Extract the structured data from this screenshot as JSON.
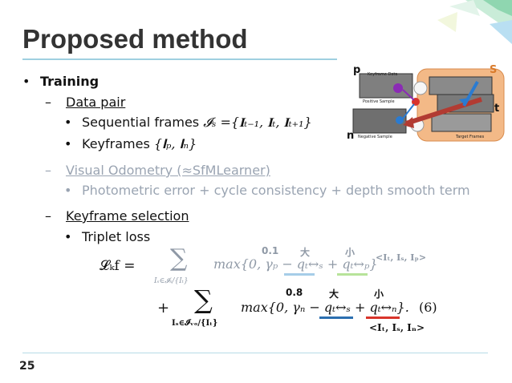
{
  "slide": {
    "title": "Proposed method",
    "page_number": "25"
  },
  "bullets": {
    "training": "Training",
    "data_pair": "Data pair",
    "sequential_prefix": "Sequential frames ",
    "sequential_math": "𝓘ₛ ={𝐈ₜ₋₁, 𝐈ₜ, 𝐈ₜ₊₁}",
    "keyframes_prefix": "Keyframes ",
    "keyframes_math": "{𝐈ₚ, 𝐈ₙ}",
    "visual_odometry": "Visual Odometry (≈SfMLearner)",
    "photometric": "Photometric error + cycle consistency + depth smooth term",
    "keyframe_selection": "Keyframe selection",
    "triplet_loss": "Triplet loss"
  },
  "equation": {
    "lhs": "𝓛ₖf =",
    "sum1_sub": "Iₛ∈𝓘ₛ/{Iₜ}",
    "term1": "max{0, γₚ − qₜ↔ₛ + qₜ↔ₚ}",
    "triplet1": "<Iₜ, Iₛ, Iₚ>",
    "gamma_p_value": "0.1",
    "big1": "大",
    "small1": "小",
    "plus": "+",
    "sum2_sub": "𝐈ₛ∈𝓘ᵥₒ/{𝐈ₜ}",
    "term2": "max{0, γₙ − qₜ↔ₛ + qₜ↔ₙ}.",
    "eq_number": "(6)",
    "triplet2": "<𝐈ₜ, 𝐈ₛ, 𝐈ₙ>",
    "gamma_n_value": "0.8",
    "big2": "大",
    "small2": "小",
    "colors": {
      "q_ts_underline_1": "#a6cde8",
      "q_tp_underline": "#b7e39a",
      "q_ts_underline_2": "#2c6fb0",
      "q_tn_underline": "#d9342b"
    }
  },
  "figure": {
    "label_p": "p",
    "label_n": "n",
    "label_s": "S",
    "label_t": "t",
    "cap_keyframe": "Keyframe Data",
    "cap_positive": "Positive Sample",
    "cap_negative": "Negative Sample",
    "cap_target": "Target Frames"
  }
}
